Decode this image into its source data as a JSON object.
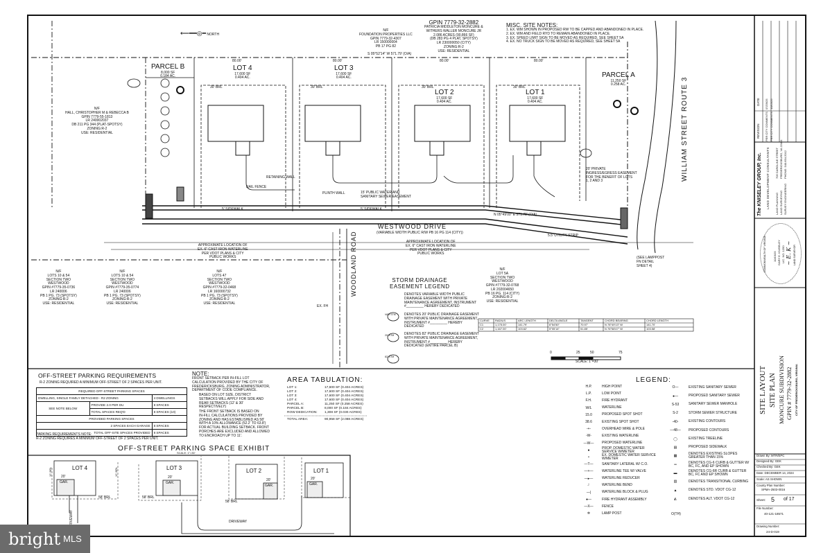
{
  "north_arrow": {
    "label": "NORTH"
  },
  "neighbors": {
    "foundation": [
      "N/F",
      "FOUNDATION PROPERTIES LLC",
      "GPIN 7779-32-4307",
      "LR 150000004",
      "PB 17 PG 82",
      "USE: RESIDENTIAL"
    ],
    "moncure": [
      "GPIN 7779-32-2882",
      "PATRICIA MIDDLETON MONCURE &",
      "WITHERS WALLER MONCURE JR",
      "2.086 ACRES (90,866 SF)",
      "(DB 283 PG 4 PLAT, SPOTSY)",
      "LR 230000050 (CITY)",
      "ZONING:R-2",
      "USE: RESIDENTIAL"
    ],
    "hall": [
      "N/F",
      "HALL, CHRISTOPHER M & REBECCA B",
      "GPIN 7779-55-1813",
      "LR 240002037",
      "DB 211 PG 344 (PLAT-SPOTSY)",
      "ZONING:R-2",
      "USE: RESIDENTIAL"
    ],
    "lots_10_54": [
      "N/F",
      "LOTS 10 & 54",
      "SECTION TWO",
      "WESTWOOD",
      "GPIN #7779-35-0736",
      "LR 240006",
      "PB 1 PG. 73 (SPOTSY)",
      "ZONING:R-2",
      "USE: RESIDENTIAL"
    ],
    "lots_10_54b": [
      "N/F",
      "LOTS 10 & 54",
      "SECTION TWO",
      "WESTWOOD",
      "GPIN #7779-35-0774",
      "LR 240006",
      "PB 1 PG. 73 (SPOTSY)",
      "ZONING:R-2",
      "USE: RESIDENTIAL"
    ],
    "lots_47": [
      "N/F",
      "LOTS 47",
      "SECTION TWO",
      "WESTWOOD",
      "GPIN #7779-32-0468",
      "LR 160000732",
      "PB 1 PG. 73 (SPOTSY)",
      "ZONING:R-2",
      "USE: RESIDENTIAL"
    ],
    "lot_5a": [
      "N/F",
      "LOT 5A",
      "SECTION TWO",
      "WESTWOOD",
      "GPIN #7779-32-0768",
      "LR 202004650",
      "PB 16 PG. 114 (CITY)",
      "ZONING:R-2",
      "USE: RESIDENTIAL"
    ]
  },
  "boundary": {
    "north_bearing": "S 05°52'14\" W 571.79' (O/A)",
    "south_bearing": "N 05°49'00\" E 571.78' (O/A)"
  },
  "lots": [
    {
      "name": "PARCEL B",
      "area": "8,000 SF",
      "acres": "0.184 AC."
    },
    {
      "name": "LOT 4",
      "area": "17,600 SF",
      "acres": "0.404 AC."
    },
    {
      "name": "LOT 3",
      "area": "17,600 SF",
      "acres": "0.404 AC."
    },
    {
      "name": "LOT 2",
      "area": "17,600 SF",
      "acres": "0.404 AC."
    },
    {
      "name": "LOT 1",
      "area": "17,600 SF",
      "acres": "0.404 AC."
    },
    {
      "name": "PARCEL A",
      "area": "11,250 SF",
      "acres": "0.258 AC."
    }
  ],
  "plan_labels": {
    "brl_30": "30' BRL",
    "frontage": "80.00'",
    "road_main": "WESTWOOD DRIVE",
    "road_main_sub": "(VARIABLE WIDTH PUBLIC R/W PB 16 PG 114 (CITY))",
    "road_side": "WOODLAND ROAD",
    "road_route": "WILLIAM STREET ROUTE 3",
    "sidewalk": "5' SIDEWALK",
    "utility_strip": "5.5' UTILITY STRIP",
    "waterline_note": [
      "APPROXIMATE LOCATION OF",
      "EX. 6\" CAST IRON WATERLINE",
      "PER VDOT PLANS & CITY",
      "PUBLIC WORKS"
    ],
    "easement_note": [
      "15' PUBLIC WATER AND",
      "SANITARY SEWER EASEMENT"
    ],
    "ingress_note": [
      "20' PRIVATE",
      "INGRESS/EGRESS EASEMENT",
      "FOR THE BENEFIT OF LOTS",
      "1, 2 AND 3"
    ],
    "retaining_wall": "RETAINING WALL",
    "rail_fence": "RAIL FENCE",
    "plinth_wall": "PLINTH WALL",
    "ex_fh": "EX. FH",
    "lamppost_note": [
      "(SEE LAMPPOST",
      "FN DETAIL",
      "SHEET 4)"
    ]
  },
  "misc_notes": {
    "title": "MISC. SITE NOTES:",
    "items": [
      "1.  EX. WM SHOWN IN PROPOSED RW TO BE CAPPED AND ABANDONED IN PLACE.",
      "2.  EX. WM AND FIELD RYD TO REMAIN ABANDONED IN PLACE.",
      "3.  EX. SPEED LIMIT SIGN TO BE MOVED AS REQUIRED, SEE SHEET 5A",
      "4.  EX. NO TRUCK SIGN TO BE MOVED AS REQUIRED, SEE SHEET 5A"
    ]
  },
  "storm_legend": {
    "title": [
      "STORM DRAINAGE",
      "EASEMENT LEGEND"
    ],
    "items": [
      {
        "tag": "VAR STM",
        "text": [
          "DENOTES VARIABLE WIDTH PUBLIC",
          "DRAINAGE EASEMENT WITH PRIVATE",
          "MAINTENANCE AGREEMENT, INSTRUMENT",
          "#_________ HEREBY DEDICATED"
        ]
      },
      {
        "tag": "20' STM",
        "text": [
          "DENOTES 20' PUBLIC DRAINAGE EASEMENT",
          "WITH PRIVATE MAINTENANCE AGREEMENT,",
          "INSTRUMENT #_________ HEREBY",
          "DEDICATED"
        ]
      },
      {
        "tag": "82' STM",
        "text": [
          "DENOTES 82' PUBLIC DRAINAGE EASEMENT",
          "WITH PRIVATE MAINTENANCE AGREEMENT,",
          "INSTRUMENT #_________ HEREBY",
          "DEDICATED (ENTIRE PARCEL B)"
        ]
      }
    ]
  },
  "curve_table": {
    "headers": [
      "CURVE",
      "RADIUS",
      "ARC LENGTH",
      "DELTA ANGLE",
      "TANGENT",
      "CHORD BEARING",
      "CHORD LENGTH"
    ],
    "rows": [
      [
        "C1",
        "1,175.00'",
        "141.79'",
        "6°54'50\"",
        "70.97'",
        "N 78°49'13\" W",
        "141.70'"
      ],
      [
        "C2",
        "1,167.00'",
        "103.62'",
        "5°05'14\"",
        "51.85'",
        "N 76°58'47\" W",
        "103.58'"
      ]
    ]
  },
  "scale_bar": {
    "ticks": [
      "0",
      "25",
      "50",
      "75"
    ],
    "label": "SCALE: 1\"=30'"
  },
  "parking": {
    "title": "OFF-STREET PARKING REQUIREMENTS",
    "subtitle": "R-2 ZONING REQUIRED A MINIMUM OFF-STREET OF 2 SPACES PER UNIT.",
    "required_header": "REQUIRED OFF-STREET PARKING SPACES",
    "row1": [
      "DWELLING, SINGLE FAMILY DETACHED - R2 ZONING",
      "4 DWELLINGS"
    ],
    "see_note": "SEE NOTE BELOW",
    "row2": [
      "PROVIDE 2.0 PER DU",
      "8 SPACES"
    ],
    "row3": [
      "TOTAL SPACES REQ'D",
      "8 SPACES (10)"
    ],
    "provided_header": "PROVIDED PARKING SPACES",
    "row4": [
      "2 SPACES EACH GARAGE",
      "8 SPACES"
    ],
    "row5": [
      "TOTAL OFF-SITE SPACES PROVIDED",
      "8 SPACES"
    ],
    "note_title": "PARKING REQUIREMENTS NOTE:",
    "note_text": "R-2 ZONING REQUIRES A MINIMUM OFF-STREET OF 2 SPACES PER UNIT."
  },
  "setback_note": {
    "title": "NOTE:",
    "intro": [
      "FRONT SETBACK PER IN-FILL LOT",
      "CALCULATION PROVIDED BY THE CITY OF",
      "FREDERICKSBURG, ZONING ADMINISTRATOR,",
      "DEPARTMENT OF CODE COMPLIANCE."
    ],
    "bullets": [
      [
        "BASED ON LOT SIZE, DISTRICT",
        "SETBACKS WILL APPLY FOR SIDE AND",
        "REAR SETBACKS (12' & 30'",
        "RESPECTIVELY)"
      ],
      [
        "THE FRONT SETBACK IS BASED ON",
        "IN-FILL CALCULATIONS PROVIDED BY",
        "ZONING AND HAS ESTABLISHED AS 58'",
        "WITH A 10% ALLOWANCE (52.2' TO 63.8')",
        "FOR ACTUAL BUILDING SETBACK. FRONT",
        "PORCHES ARE EXCLUDED AND ALLOWED",
        "TO ENCROACH UP TO 11'."
      ]
    ]
  },
  "area_tab": {
    "title": "AREA TABULATION:",
    "rows": [
      [
        "LOT 1:",
        "17,600 SF (0.404 ACRES)"
      ],
      [
        "LOT 2:",
        "17,600 SF (0.404 ACRES)"
      ],
      [
        "LOT 3:",
        "17,600 SF (0.404 ACRES)"
      ],
      [
        "LOT 4:",
        "17,600 SF (0.404 ACRES)"
      ],
      [
        "PARCEL A:",
        "11,250 SF (0.258 ACRES)"
      ],
      [
        "PARCEL B:",
        "8,000 SF (0.184 ACRES)"
      ],
      [
        "ROW DEDICATION:",
        "1,308 SF (0.030 ACRES)"
      ]
    ],
    "total": [
      "TOTAL AREA:",
      "90,958 SF (2.088 ACRES)"
    ]
  },
  "exhibit": {
    "title": "OFF-STREET PARKING SPACE EXHIBIT",
    "scale": "SCALE: 1\"=30'",
    "lots": [
      "LOT 4",
      "LOT 3",
      "LOT 2",
      "LOT 1"
    ],
    "garage": "GAR.",
    "garage_width": "20'",
    "brl": "58' BRL",
    "side_brl": "12' BRL",
    "driveway": "DRIVEWAY"
  },
  "legend": {
    "title": "LEGEND:",
    "left": [
      {
        "sym": "H.P.",
        "label": "HIGH POINT"
      },
      {
        "sym": "L.P.",
        "label": "LOW POINT"
      },
      {
        "sym": "F.H.",
        "label": "FIRE HYDRANT"
      },
      {
        "sym": "W/L",
        "label": "WATERLINE"
      },
      {
        "sym": "15.0",
        "label": "PROPOSED SPOT SHOT"
      },
      {
        "sym": "38.6",
        "label": "EXISTING SPOT SHOT"
      },
      {
        "sym": "-+-",
        "label": "OVERHEAD WIRE & POLE"
      },
      {
        "sym": "-W-",
        "label": "EXISTING WATERLINE"
      },
      {
        "sym": "—W—",
        "label": "PROPOSED WATERLINE"
      },
      {
        "sym": "●",
        "label": "PROP. DOMESTIC WATER SERVICE w/METER"
      },
      {
        "sym": "•",
        "label": "EX. DOMESTIC WATER SERVICE w/METER"
      },
      {
        "sym": "—T—",
        "label": "SANITARY LATERAL w/ C.O."
      },
      {
        "sym": "—+—",
        "label": "WATERLINE TEE w/ VALVE"
      },
      {
        "sym": "—▸—",
        "label": "WATERLINE REDUCER"
      },
      {
        "sym": "┘",
        "label": "WATERLINE BEND"
      },
      {
        "sym": "—|",
        "label": "WATERLINE BLOCK & PLUG"
      },
      {
        "sym": "●—",
        "label": "FIRE HYDRANT ASSEMBLY"
      },
      {
        "sym": "—x—",
        "label": "FENCE"
      },
      {
        "sym": "✲",
        "label": "LAMP POST"
      }
    ],
    "right": [
      {
        "sym": "O—",
        "label": "EXISTING SANITARY SEWER"
      },
      {
        "sym": "●—",
        "label": "PROPOSED SANITARY SEWER"
      },
      {
        "sym": "S-53",
        "label": "SANITARY SEWER MANHOLE"
      },
      {
        "sym": "S-2",
        "label": "STORM SEWER STRUCTURE"
      },
      {
        "sym": "-40-",
        "label": "EXISTING CONTOURS"
      },
      {
        "sym": "—48—",
        "label": "PROPOSED CONTOURS"
      },
      {
        "sym": "◯",
        "label": "EXISTING TREELINE"
      },
      {
        "sym": "▤",
        "label": "PROPOSED SIDEWALK"
      },
      {
        "sym": "▦",
        "label": "DENOTES EXISTING SLOPES GREATER THAN 15%"
      },
      {
        "sym": "═",
        "label": "DENOTES CG-6 CURB & GUTTER w/ BC, FC, AND EP SHOWN"
      },
      {
        "sym": "▬",
        "label": "DENOTES CG-6R CURB & GUTTER BC, FC AND EP SHOWN"
      },
      {
        "sym": "▥",
        "label": "DENOTES TRANSITIONAL CURBING"
      },
      {
        "sym": "▲",
        "label": "DENOTES STD. VDOT CG-12"
      },
      {
        "sym": "◭",
        "label": "DENOTES ALT. VDOT CG-12"
      }
    ],
    "right_foot": "O(TH)"
  },
  "title_block": {
    "rev_headers": [
      "DATE",
      "REVISION"
    ],
    "revisions": [
      [
        "07/29/25",
        "PER CITY COMMENTS"
      ],
      [
        "10/15/25",
        "PER CITY COMMENTS"
      ]
    ],
    "company": "The KNISELEY GROUP, Inc.",
    "company_sub": "LAND DEVELOPMENT CONSULTANTS",
    "services": [
      "LAND PLANNING",
      "LAND SURVEYING",
      "SURVEY ENGINEERING"
    ],
    "address": [
      "705 CAROLINE STREET",
      "FREDERICKSBURG, VA 22401",
      "PHONE: 540.654.2012"
    ],
    "seal": [
      "COMMONWEALTH OF VIRGINIA",
      "10/15/25",
      "GARY E. KNISELEY",
      "LIC. NO. 1250",
      "LAND SURVEYOR"
    ],
    "sheet_title": "SITE LAYOUT",
    "plan_type": "SITE PLAN",
    "project": "MONCURE SUBDIVISION",
    "gpin": "GPIN # 7779-32-2882",
    "jurisdiction": "CITY OF FREDERICKSBURG, VIRGINIA",
    "drawn_by": "Drawn By:  MTR/EPC",
    "designed_by": "Designed By:  GEK",
    "checked_by": "Checked By:  GEK",
    "date": "Date: DECEMBER 14, 2024",
    "scale": "Scale: AS SHOWN",
    "county_plan": "County Plan Number:",
    "county_plan_no": "SPMA-2503-0016",
    "sheet_label": "Sheet:",
    "sheet_no": "5",
    "sheet_total": "of 17",
    "file_label": "File Number:",
    "file_no": "40-121-18571",
    "drawing_label": "Drawing Number:",
    "drawing_no": "24-D-019"
  },
  "watermark": {
    "brand": "bright",
    "suffix": "MLS"
  }
}
